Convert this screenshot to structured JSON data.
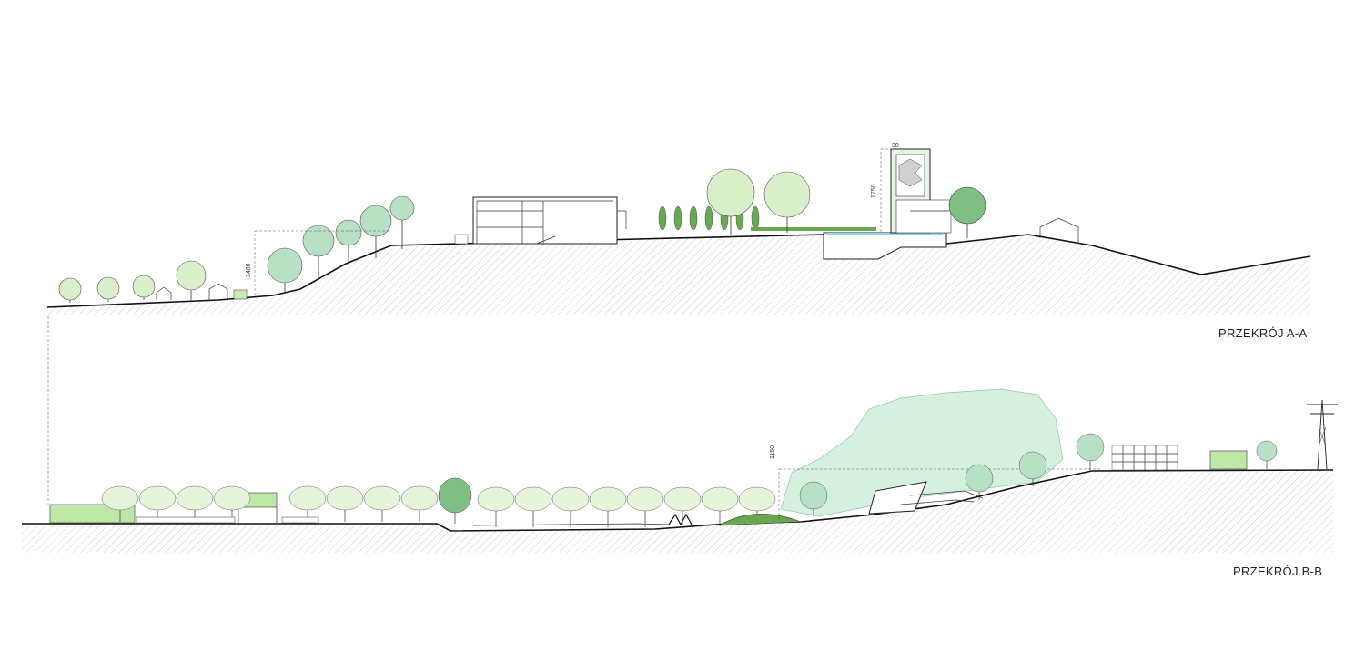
{
  "sections": [
    {
      "id": "a-a",
      "label": "PRZEKRÓJ A-A",
      "dimensions": [
        "1400",
        "1750",
        "30"
      ]
    },
    {
      "id": "b-b",
      "label": "PRZEKRÓJ B-B",
      "dimensions": [
        "1150"
      ]
    }
  ],
  "colors": {
    "tree_light": "#d9efc9",
    "tree_mid": "#b7e0c4",
    "tree_dark": "#7fbf86",
    "canopy_bg": "#d6f0e0",
    "water": "#8fd3f0",
    "green_roof": "#6aa84f",
    "hatch": "#9a9a9a"
  }
}
